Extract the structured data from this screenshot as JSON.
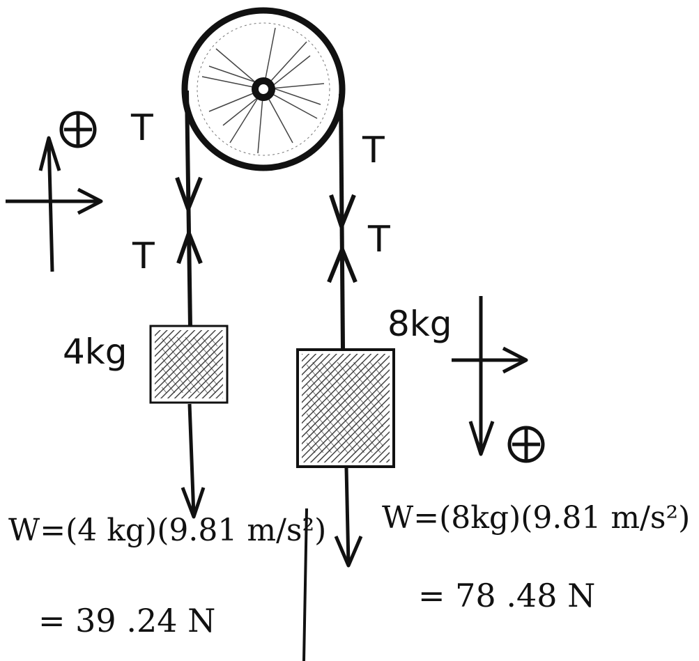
{
  "tension_labels": {
    "left_upper": "T",
    "left_lower": "T",
    "right_upper": "T",
    "right_lower": "T"
  },
  "masses": {
    "left": "4kg",
    "right": "8kg"
  },
  "sign_symbols": {
    "left_positive": "⊕",
    "right_positive": "⊕"
  },
  "equations": {
    "left_weight": "W=(4 kg)(9.81 m/s²)",
    "left_result": "= 39 .24 N",
    "right_weight": "W=(8kg)(9.81 m/s²)",
    "right_result": "=  78 .48 N"
  },
  "colors": {
    "ink": "#111111",
    "hatch": "#222222",
    "paper": "#ffffff"
  }
}
